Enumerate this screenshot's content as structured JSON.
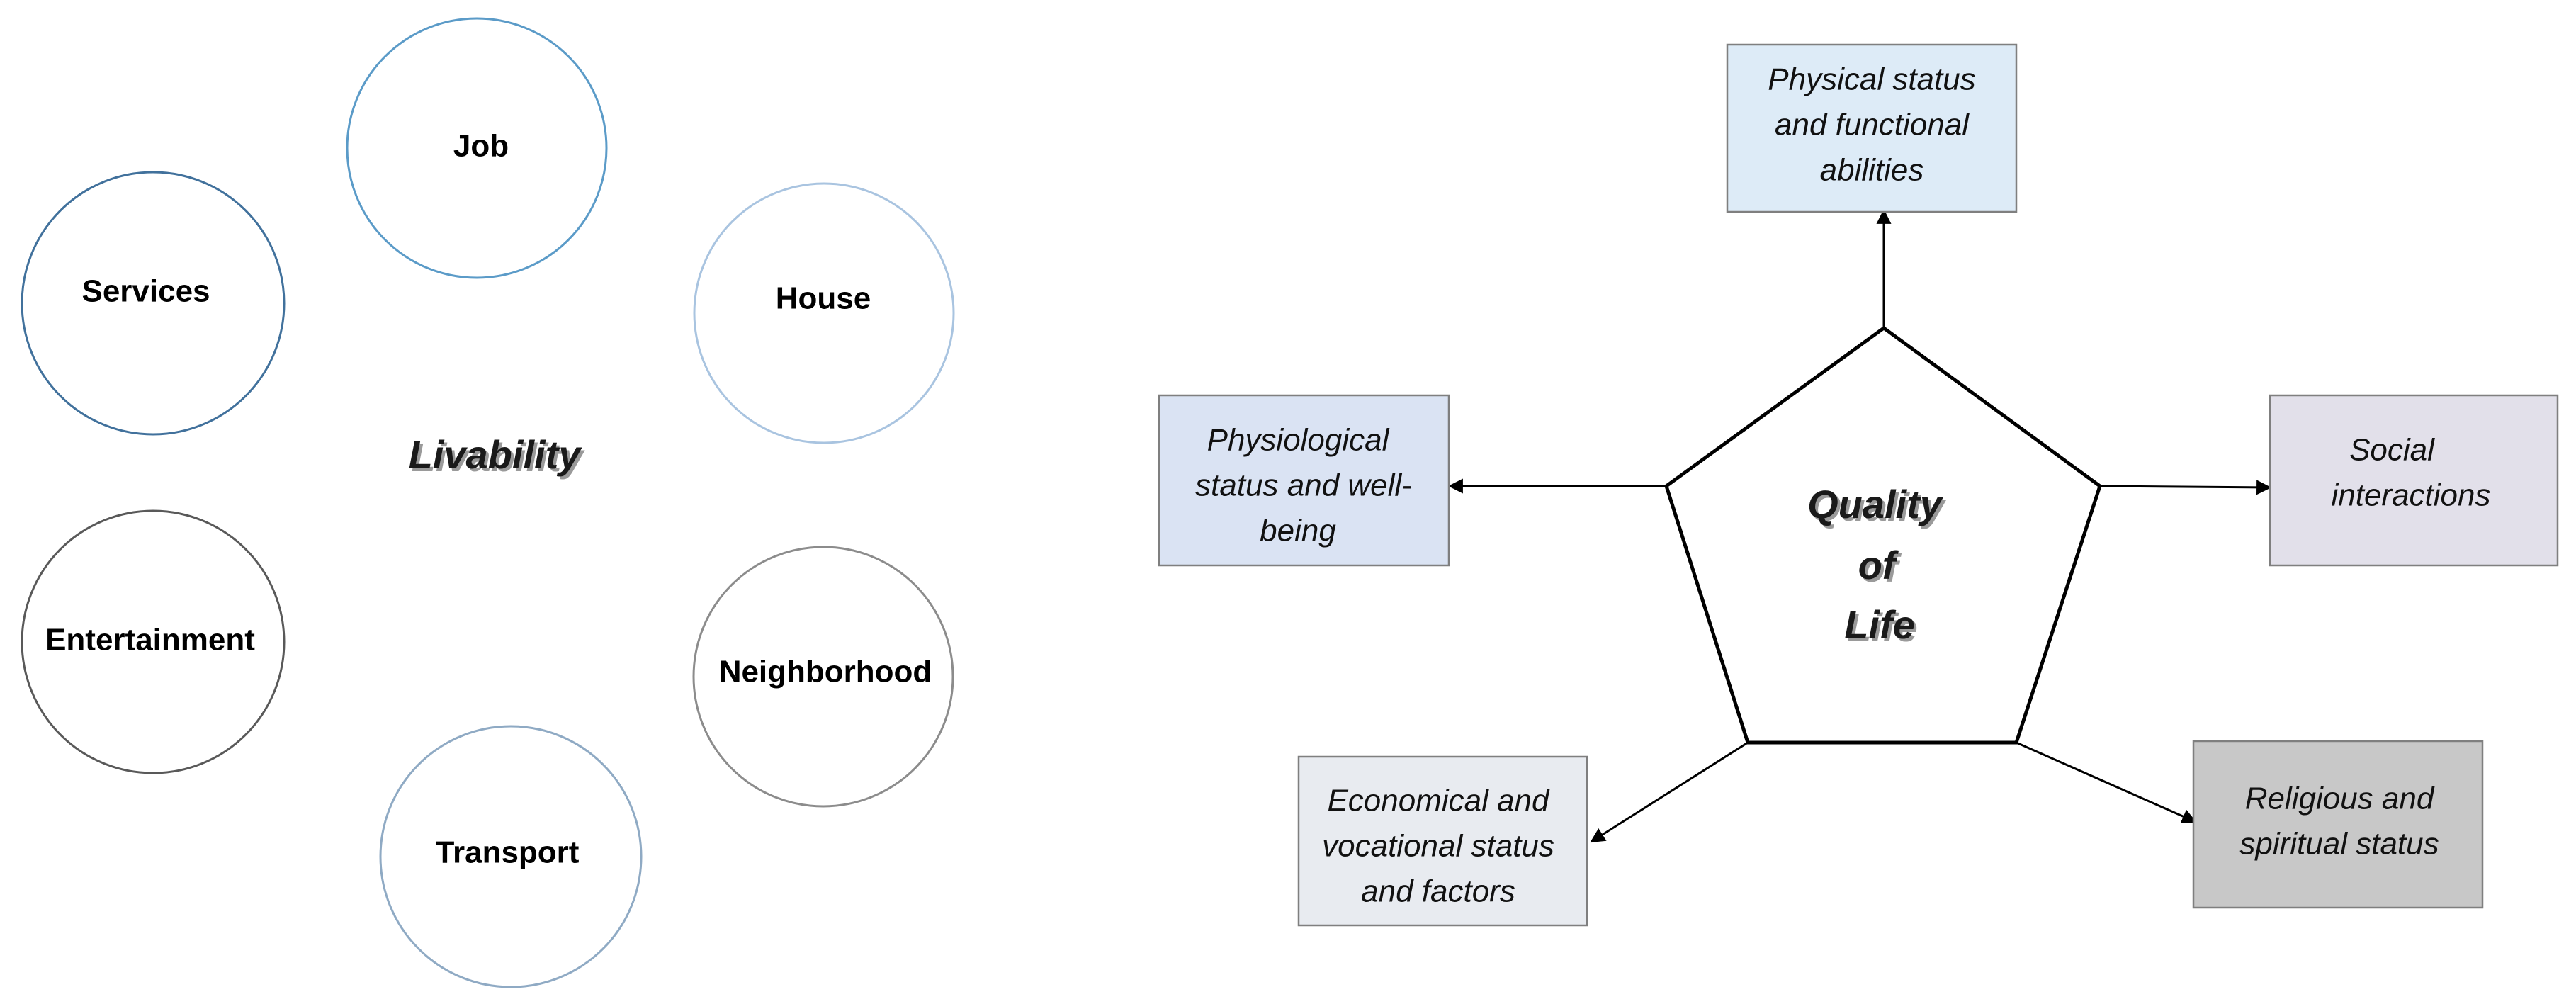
{
  "livability": {
    "title": "Livability",
    "circles": [
      {
        "key": "job",
        "label": "Job",
        "stroke": "#5b9bc8"
      },
      {
        "key": "services",
        "label": "Services",
        "stroke": "#41719c"
      },
      {
        "key": "house",
        "label": "House",
        "stroke": "#a9c4e0"
      },
      {
        "key": "entertainment",
        "label": "Entertainment",
        "stroke": "#595959"
      },
      {
        "key": "neighborhood",
        "label": "Neighborhood",
        "stroke": "#8c8c8c"
      },
      {
        "key": "transport",
        "label": "Transport",
        "stroke": "#8faac4"
      }
    ]
  },
  "quality_of_life": {
    "title_lines": [
      "Quality",
      "of",
      "Life"
    ],
    "boxes": [
      {
        "key": "physical",
        "lines": [
          "Physical status",
          "and functional",
          "abilities"
        ],
        "fill": "#ddebf7"
      },
      {
        "key": "physiological",
        "lines": [
          "Physiological",
          "status and well-",
          "being"
        ],
        "fill": "#dae3f3"
      },
      {
        "key": "social",
        "lines": [
          "Social",
          "interactions"
        ],
        "fill": "#e2e0ea"
      },
      {
        "key": "economical",
        "lines": [
          "Economical and",
          "vocational status",
          "and factors"
        ],
        "fill": "#e8ebf0"
      },
      {
        "key": "religious",
        "lines": [
          "Religious and",
          "spiritual status"
        ],
        "fill": "#c8c8c8"
      }
    ]
  }
}
